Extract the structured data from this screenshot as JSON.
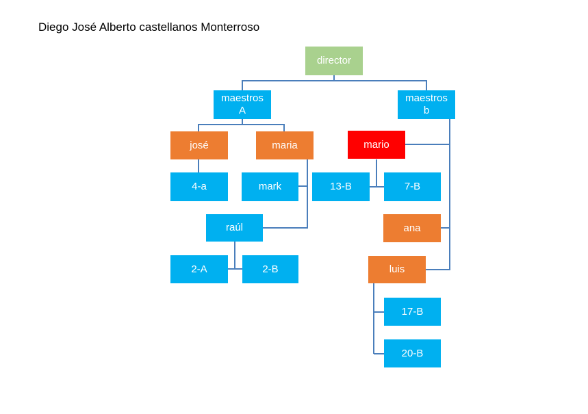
{
  "title": "Diego José Alberto castellanos Monterroso",
  "colors": {
    "blue": "#00b0f0",
    "orange": "#ed7d31",
    "green": "#a9d18e",
    "red": "#ff0000",
    "connector": "#4a7ebb"
  },
  "nodes": {
    "director": "director",
    "maestros_a_line1": "maestros",
    "maestros_a_line2": "A",
    "maestros_b_line1": "maestros",
    "maestros_b_line2": "b",
    "jose": "josé",
    "maria": "maria",
    "mario": "mario",
    "n_4a": "4-a",
    "mark": "mark",
    "n_13b": "13-B",
    "n_7b": "7-B",
    "raul": "raúl",
    "ana": "ana",
    "n_2a": "2-A",
    "n_2b": "2-B",
    "luis": "luis",
    "n_17b": "17-B",
    "n_20b": "20-B"
  }
}
